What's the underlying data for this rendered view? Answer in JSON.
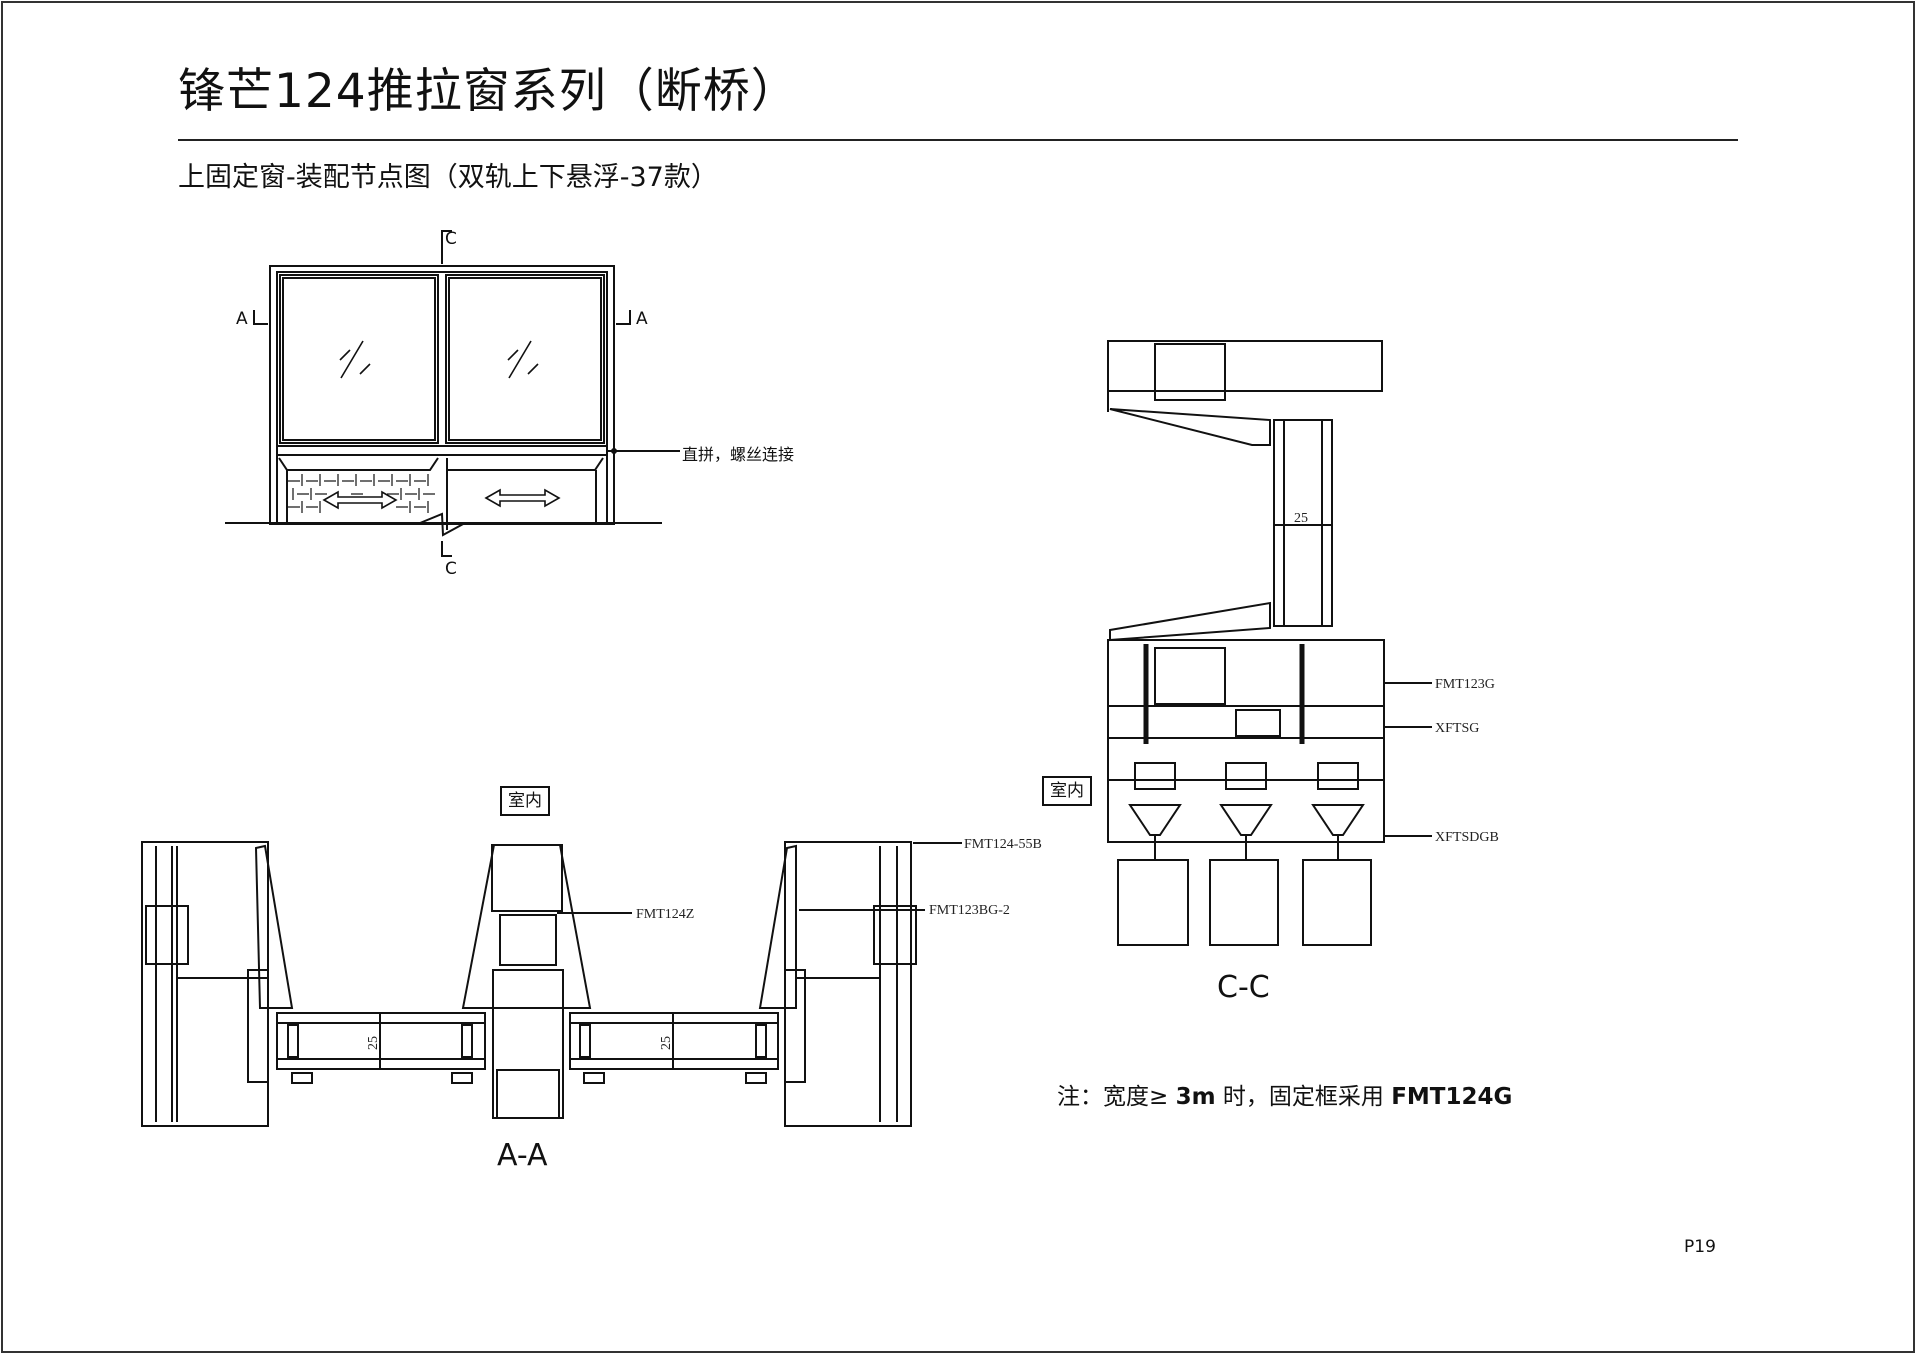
{
  "header": {
    "title": "锋芒124推拉窗系列（断桥）",
    "subtitle": "上固定窗-装配节点图（双轨上下悬浮-37款）"
  },
  "elevation": {
    "section_markers": {
      "top": "C",
      "bottom": "C",
      "left": "A",
      "right": "A"
    },
    "callout_joint": "直拼，螺丝连接",
    "icons": [
      "glass-hatch-icon",
      "double-arrow-icon",
      "wall-hatch-pattern"
    ]
  },
  "section_aa": {
    "title": "A-A",
    "interior_label": "室内",
    "glass_dimension": "25",
    "profiles": [
      "FMT124-55B",
      "FMT124Z",
      "FMT123BG-2"
    ]
  },
  "section_cc": {
    "title": "C-C",
    "interior_label": "室内",
    "glass_dimension": "25",
    "profiles": [
      "FMT123G",
      "XFTSG",
      "XFTSDGB"
    ]
  },
  "note": {
    "prefix": "注：宽度≥ ",
    "width_value": "3m",
    "middle": " 时，固定框采用 ",
    "profile": "FMT124G"
  },
  "footer": {
    "page_number": "P19"
  },
  "colors": {
    "line": "#111111",
    "background": "#ffffff"
  }
}
